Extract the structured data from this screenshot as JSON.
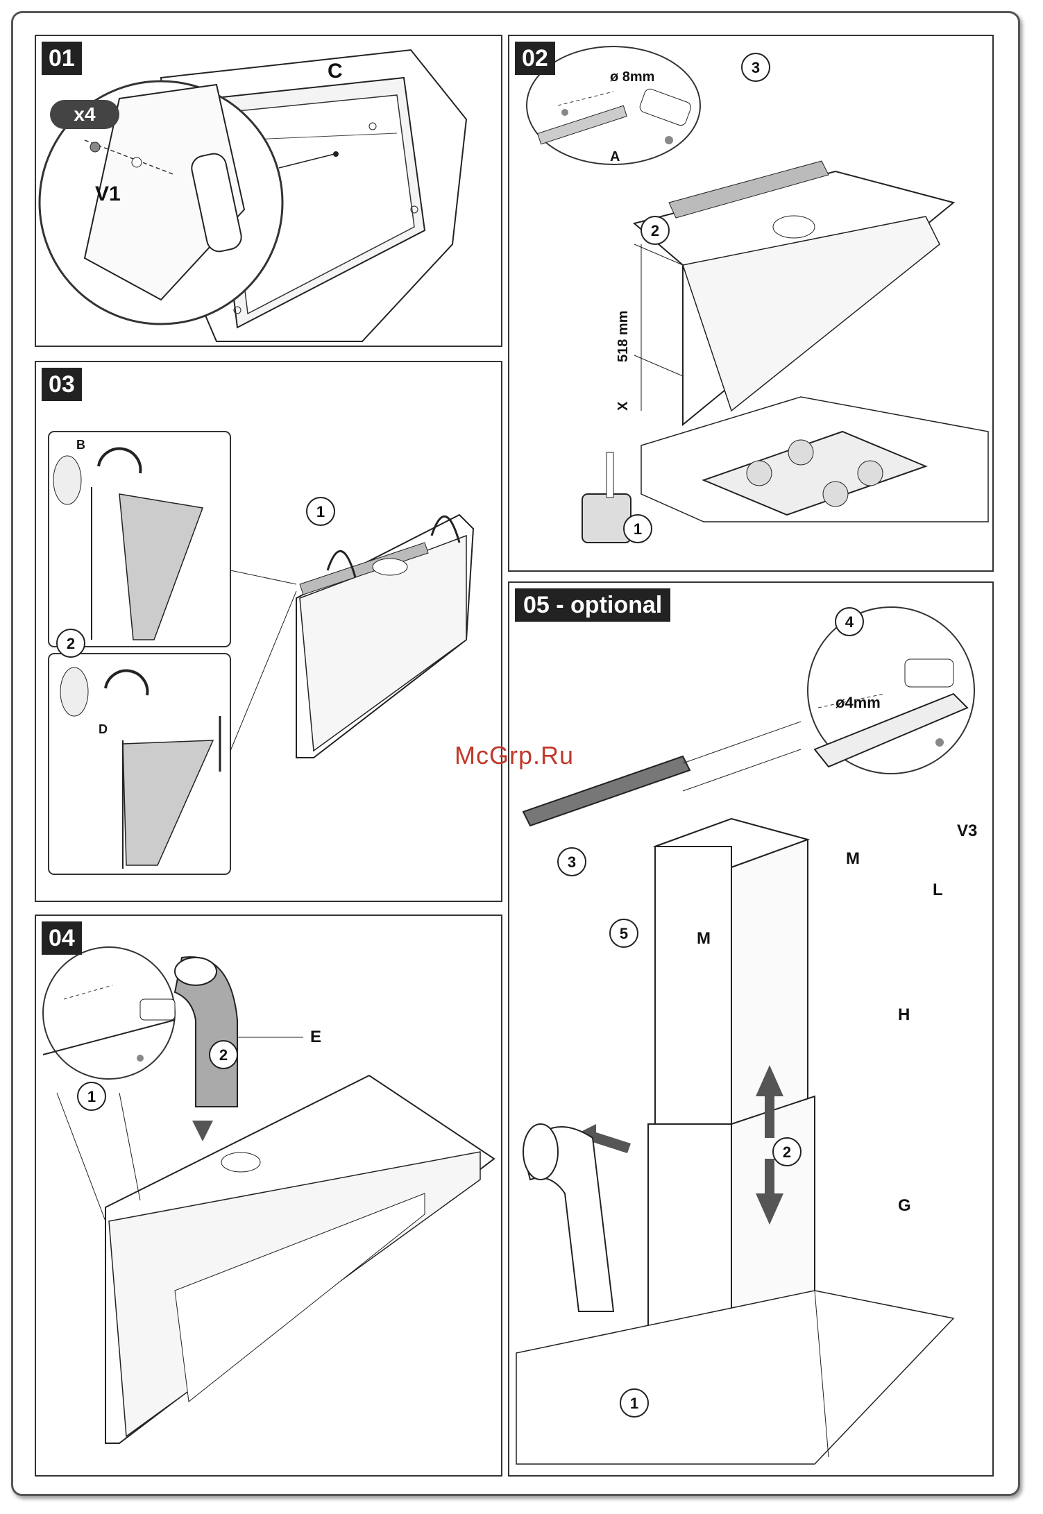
{
  "panels": {
    "p01": {
      "step": "01",
      "badge": "x4",
      "labels": {
        "c": "C",
        "v1": "V1"
      }
    },
    "p02": {
      "step": "02",
      "labels": {
        "diam": "ø 8mm",
        "a": "A",
        "height": "518 mm",
        "x": "X"
      },
      "callouts": [
        "1",
        "2",
        "3"
      ]
    },
    "p03": {
      "step": "03",
      "labels": {
        "b": "B",
        "d": "D"
      },
      "callouts": [
        "1",
        "2"
      ]
    },
    "p04": {
      "step": "04",
      "labels": {
        "e": "E"
      },
      "callouts": [
        "1",
        "2"
      ]
    },
    "p05": {
      "step": "05 - optional",
      "labels": {
        "diam": "ø4mm",
        "v3": "V3",
        "l": "L",
        "m1": "M",
        "m2": "M",
        "h": "H",
        "g": "G"
      },
      "callouts": [
        "1",
        "2",
        "3",
        "4",
        "5"
      ]
    }
  },
  "watermark": "McGrp.Ru"
}
